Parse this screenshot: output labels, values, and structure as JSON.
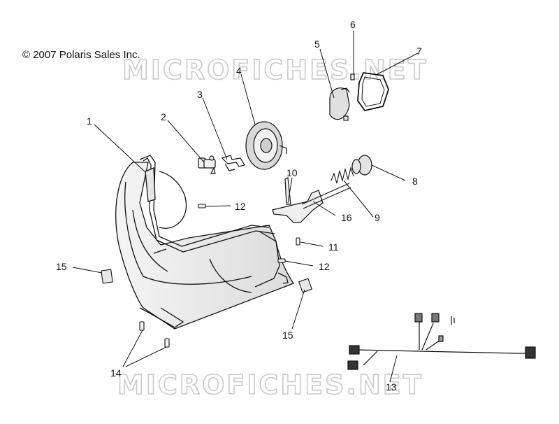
{
  "copyright": "© 2007 Polaris Sales Inc.",
  "watermark": "MICROFICHES.NET",
  "callouts": [
    "1",
    "2",
    "3",
    "4",
    "5",
    "6",
    "7",
    "8",
    "9",
    "10",
    "11",
    "12",
    "12",
    "13",
    "14",
    "15",
    "15",
    "16"
  ]
}
